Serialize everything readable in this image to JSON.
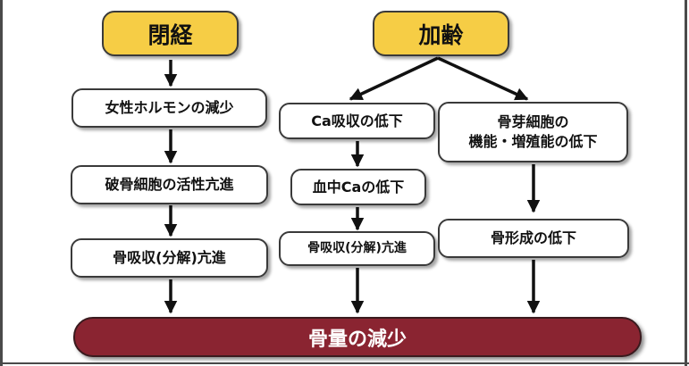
{
  "causes": {
    "menopause": "閉経",
    "aging": "加齢"
  },
  "menopause_chain": [
    "女性ホルモンの減少",
    "破骨細胞の活性亢進",
    "骨吸収(分解)亢進"
  ],
  "aging_left_chain": [
    "Ca吸収の低下",
    "血中Caの低下",
    "骨吸収(分解)亢進"
  ],
  "aging_right_chain": [
    "骨芽細胞の\n機能・増殖能の低下",
    "骨形成の低下"
  ],
  "result": "骨量の減少",
  "colors": {
    "cause_fill": "#f6cd45",
    "result_fill": "#8a2431",
    "arrow": "#111111"
  }
}
